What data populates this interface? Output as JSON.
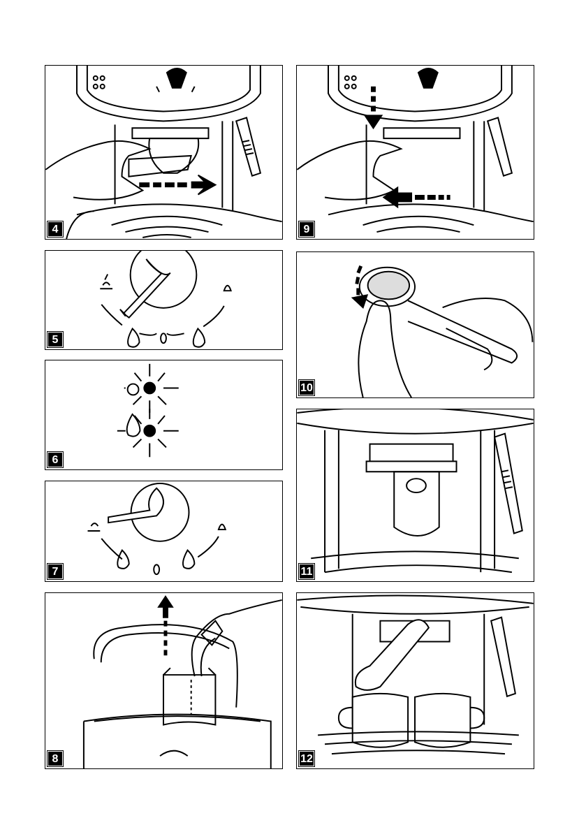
{
  "panels": [
    {
      "id": "4",
      "label": "4"
    },
    {
      "id": "5",
      "label": "5"
    },
    {
      "id": "6",
      "label": "6"
    },
    {
      "id": "7",
      "label": "7"
    },
    {
      "id": "8",
      "label": "8"
    },
    {
      "id": "9",
      "label": "9"
    },
    {
      "id": "10",
      "label": "10"
    },
    {
      "id": "11",
      "label": "11"
    },
    {
      "id": "12",
      "label": "12"
    }
  ],
  "colors": {
    "ink": "#000000",
    "paper": "#ffffff",
    "badge": "#000000"
  }
}
